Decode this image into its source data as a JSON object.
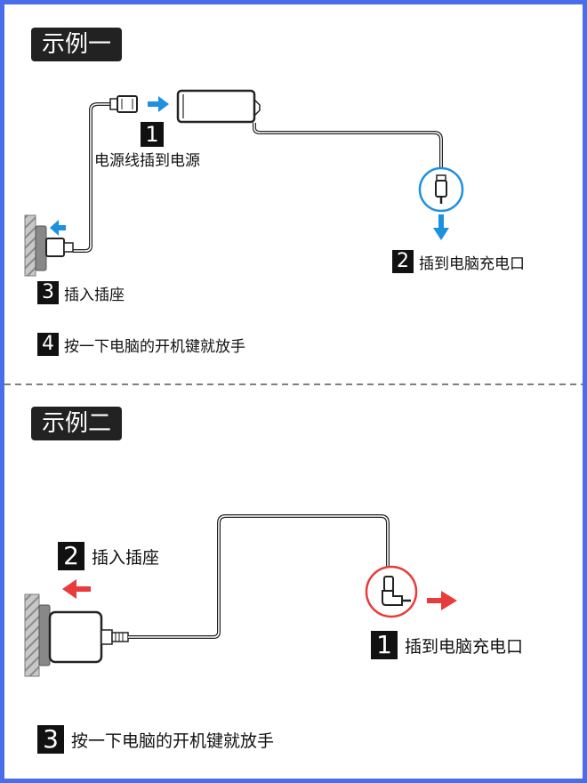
{
  "colors": {
    "border": "#4a6ee8",
    "blue_arrow": "#1e90e0",
    "red_arrow": "#e83b3b",
    "blue_circle": "#1e90e0",
    "red_circle": "#e83b3b",
    "heading_bg": "#222222",
    "divider": "#555555"
  },
  "example1": {
    "heading": "示例一",
    "step1": {
      "num": "1",
      "text": "电源线插到电源"
    },
    "step2": {
      "num": "2",
      "text": "插到电脑充电口"
    },
    "step3": {
      "num": "3",
      "text": "插入插座"
    },
    "step4": {
      "num": "4",
      "text": "按一下电脑的开机键就放手"
    }
  },
  "example2": {
    "heading": "示例二",
    "step1": {
      "num": "1",
      "text": "插到电脑充电口"
    },
    "step2": {
      "num": "2",
      "text": "插入插座"
    },
    "step3": {
      "num": "3",
      "text": "按一下电脑的开机键就放手"
    }
  },
  "icons": [
    "power-brick-icon",
    "wall-socket-icon",
    "dc-plug-icon",
    "arrow-icon",
    "cable-icon"
  ]
}
